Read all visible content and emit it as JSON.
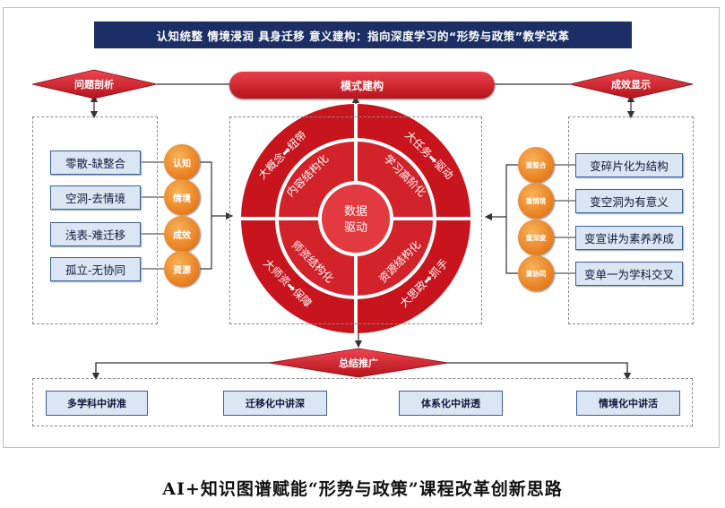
{
  "title_banner": "认知统整 情境浸润 具身迁移 意义建构：指向深度学习的“形势与政策”教学改革",
  "model_label": "模式建构",
  "left_diamond": "问题剖析",
  "right_diamond": "成效显示",
  "bottom_diamond": "总结推广",
  "problems": [
    "零散-缺整合",
    "空洞-去情境",
    "浅表-难迁移",
    "孤立-无协同"
  ],
  "left_orbs": [
    "认知",
    "情境",
    "成效",
    "资源"
  ],
  "right_orbs": [
    "重整合",
    "重情境",
    "重深度",
    "重协同"
  ],
  "outcomes": [
    "变碎片化为结构",
    "变空洞为有意义",
    "变宣讲为素养养成",
    "变单一为学科交叉"
  ],
  "center": {
    "core_line1": "数据",
    "core_line2": "驱动",
    "inner": [
      "内容结构化",
      "学习高阶化",
      "资源结构化",
      "师资结构化"
    ],
    "outer": [
      "大概念➡纽带",
      "大任务➡驱动",
      "大思政➡抓手",
      "大师资➡保障"
    ]
  },
  "summary": [
    "多学科中讲准",
    "迁移化中讲深",
    "体系化中讲透",
    "情境化中讲活"
  ],
  "caption": "AI+知识图谱赋能“形势与政策”课程改革创新思路",
  "colors": {
    "banner": "#1b2f66",
    "red": "#c8141c",
    "orange": "#e87c1c",
    "box_fill": "#dbe6f4",
    "box_border": "#3a5fa0"
  }
}
